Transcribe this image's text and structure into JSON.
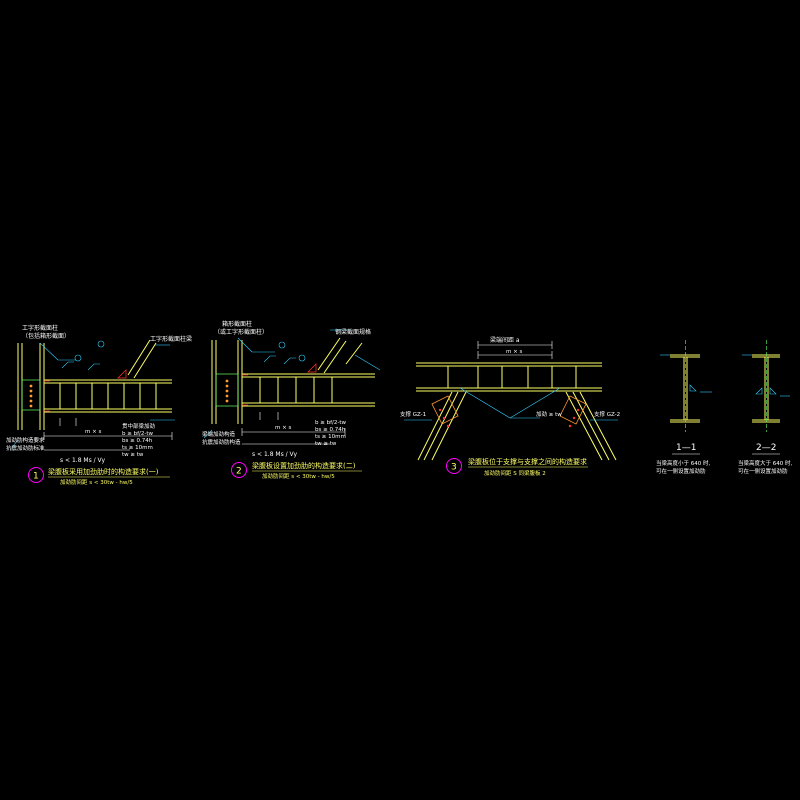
{
  "colors": {
    "background": "#000000",
    "frame": "#ffff66",
    "dimension": "#ffffff",
    "annotation": "#33ccff",
    "weld": "#ff3333",
    "bolt": "#ff9933",
    "highlight": "#ff00ff",
    "stiffener": "#66ff66"
  },
  "detail1": {
    "number": "1",
    "callout_top_1": "工字形截面柱",
    "callout_top_2": "（包括箱形截面）",
    "callout_right": "工字形截面柱梁",
    "label_mx": "m × s",
    "note_1": "贯中部梁加劲",
    "note_2": "b ≥ bf/2-tw",
    "note_3": "bs ≥ 0.74h",
    "note_4": "ts ≥ 10mm",
    "note_5": "tw ≥ tw",
    "left_note_1": "加劲肋构造要求",
    "left_note_2": "抗震加劲肋标准",
    "formula": "s < 1.8 Ms / Vy",
    "title": "梁腹板采用加劲肋时的构造要求(一)",
    "subtitle": "加劲肋间距 s < 30tw - hw/5"
  },
  "detail2": {
    "number": "2",
    "callout_top_1": "箱形截面柱",
    "callout_top_2": "（或工字形截面柱）",
    "callout_right": "钢梁截面规格",
    "label_mx": "m × s",
    "note_1": "b ≥ bf/2-tw",
    "note_2": "bs ≥ 0.74h",
    "note_3": "ts ≥ 10mm",
    "note_4": "tw ≥ tw",
    "left_note_1": "梁端加劲构造",
    "left_note_2": "抗震加劲肋构造",
    "formula": "s < 1.8 Ms / Vy",
    "title": "梁腹板设置加劲肋的构造要求(二)",
    "subtitle": "加劲肋间距 s < 30tw - hw/5"
  },
  "detail3": {
    "number": "3",
    "top_dim": "梁端间距 a",
    "label_mx": "m × s",
    "brace_left": "支撑 GZ-1",
    "brace_right": "支撑 GZ-2",
    "middle_note": "加劲 ≥ tw",
    "title": "梁腹板位于支撑与支撑之间的构造要求",
    "subtitle": "加劲肋间距 S 同梁腹板 2"
  },
  "section1": {
    "label": "1—1",
    "note_1": "当梁高度小于 640 时,",
    "note_2": "可在一侧设置加劲肋"
  },
  "section2": {
    "label": "2—2",
    "note_1": "当梁高度大于 640 时,",
    "note_2": "可在一侧设置加劲肋"
  }
}
